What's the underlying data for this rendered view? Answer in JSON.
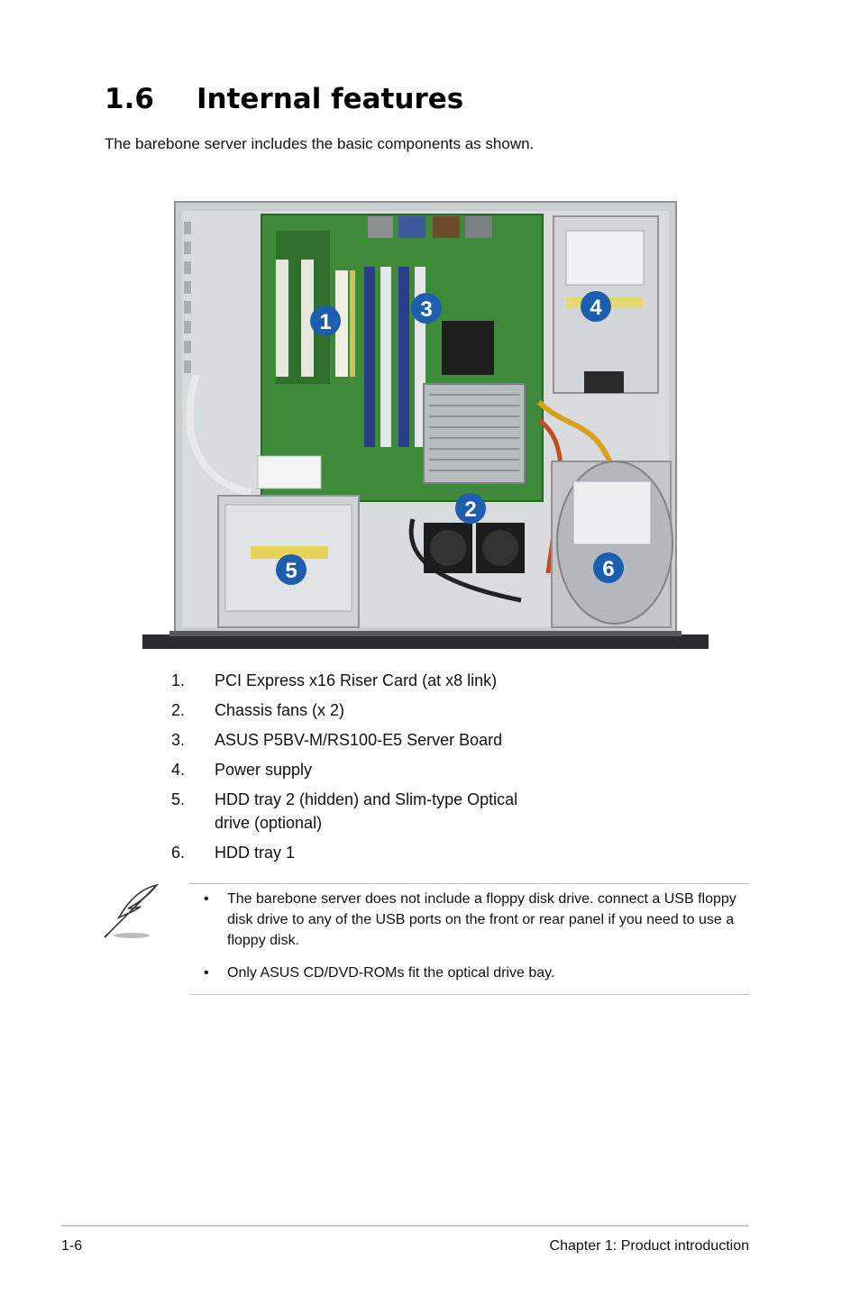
{
  "heading": {
    "number": "1.6",
    "title": "Internal features"
  },
  "intro": "The barebone server includes the basic components as shown.",
  "callouts": [
    "1",
    "2",
    "3",
    "4",
    "5",
    "6"
  ],
  "components": [
    {
      "num": "1.",
      "text": "PCI Express x16 Riser Card (at x8 link)"
    },
    {
      "num": "2.",
      "text": "Chassis fans (x 2)"
    },
    {
      "num": "3.",
      "text": "ASUS P5BV-M/RS100-E5 Server Board"
    },
    {
      "num": "4.",
      "text": "Power supply"
    },
    {
      "num": "5.",
      "text": "HDD tray 2 (hidden) and Slim-type Optical drive (optional)"
    },
    {
      "num": "6.",
      "text": "HDD tray 1"
    }
  ],
  "notes": [
    {
      "bullet": "•",
      "text": "The barebone server does not include a floppy disk drive. connect a USB floppy disk drive to any of the USB ports on the front or rear panel if you need to use a floppy disk."
    },
    {
      "bullet": "•",
      "text": "Only ASUS CD/DVD-ROMs fit the optical drive bay."
    }
  ],
  "footer": {
    "page": "1-6",
    "chapter": "Chapter 1:  Product introduction"
  },
  "colors": {
    "callout": "#1d5fae",
    "board": "#3f8a3a",
    "chassis": "#c9ced2"
  }
}
